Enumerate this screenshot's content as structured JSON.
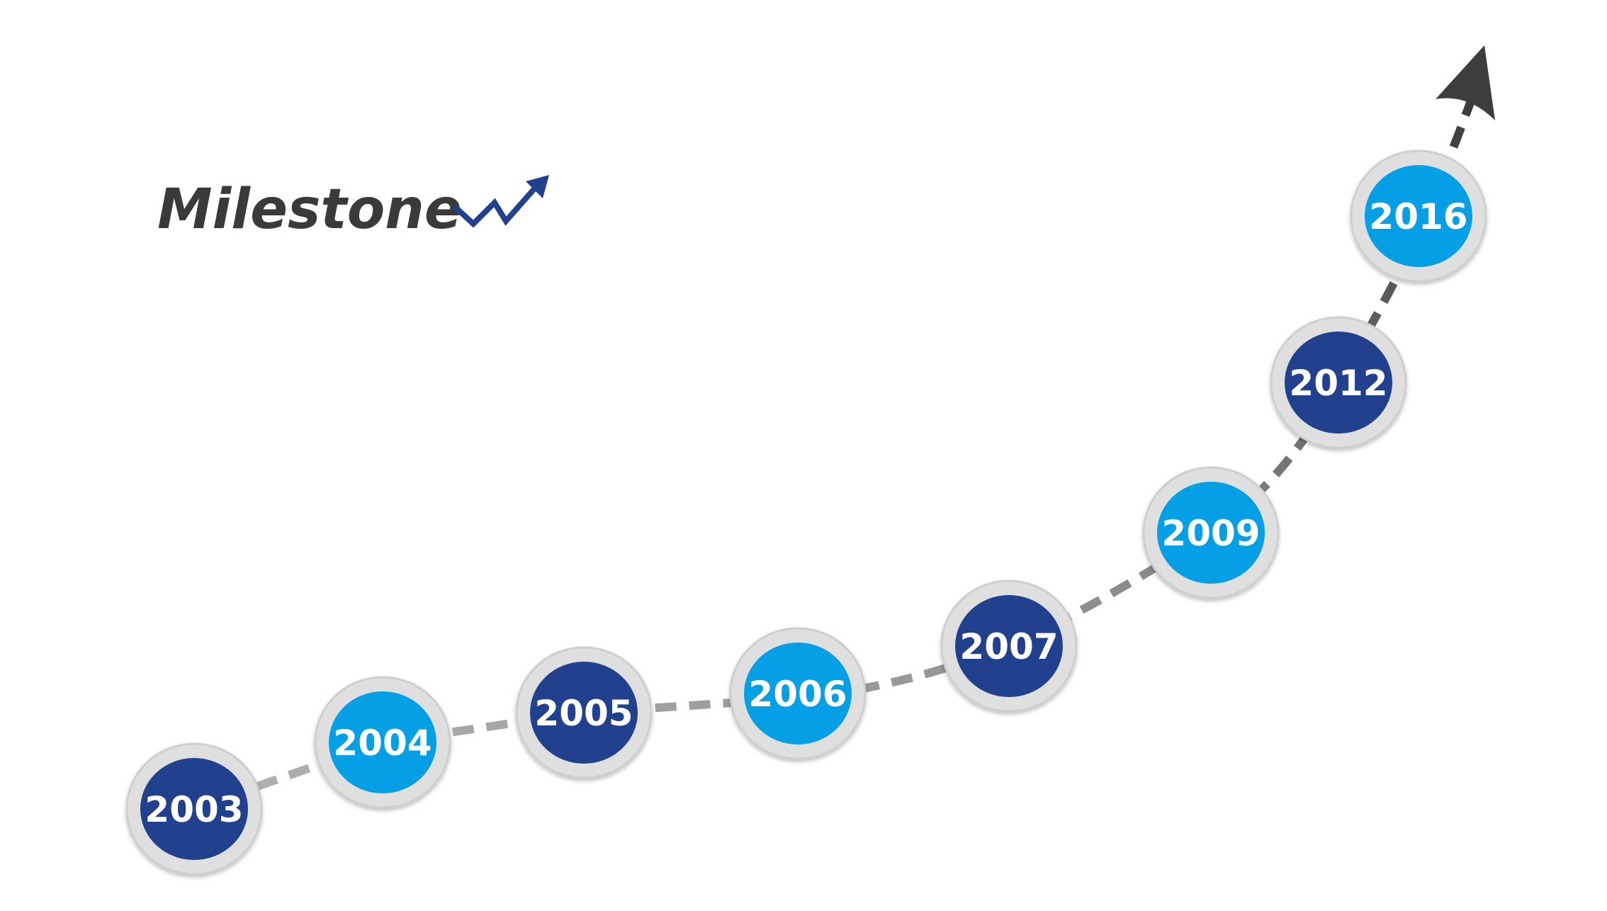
{
  "title": "Milestone",
  "colors": {
    "dark_blue": "#21418e",
    "light_blue": "#059fe6",
    "ring": "#dfdfe0",
    "path_start": "#a9a9a9",
    "path_end": "#3c3c3c",
    "arrow": "#3f3c3c",
    "title": "#3a3a3a",
    "title_icon": "#21418e"
  },
  "milestones": [
    {
      "year": "2003",
      "style": "dark"
    },
    {
      "year": "2004",
      "style": "light"
    },
    {
      "year": "2005",
      "style": "dark"
    },
    {
      "year": "2006",
      "style": "light"
    },
    {
      "year": "2007",
      "style": "dark"
    },
    {
      "year": "2009",
      "style": "light"
    },
    {
      "year": "2012",
      "style": "dark"
    },
    {
      "year": "2016",
      "style": "light"
    }
  ],
  "icons": {
    "title_icon": "trend-up-arrow-icon",
    "path_end": "arrowhead-icon"
  }
}
